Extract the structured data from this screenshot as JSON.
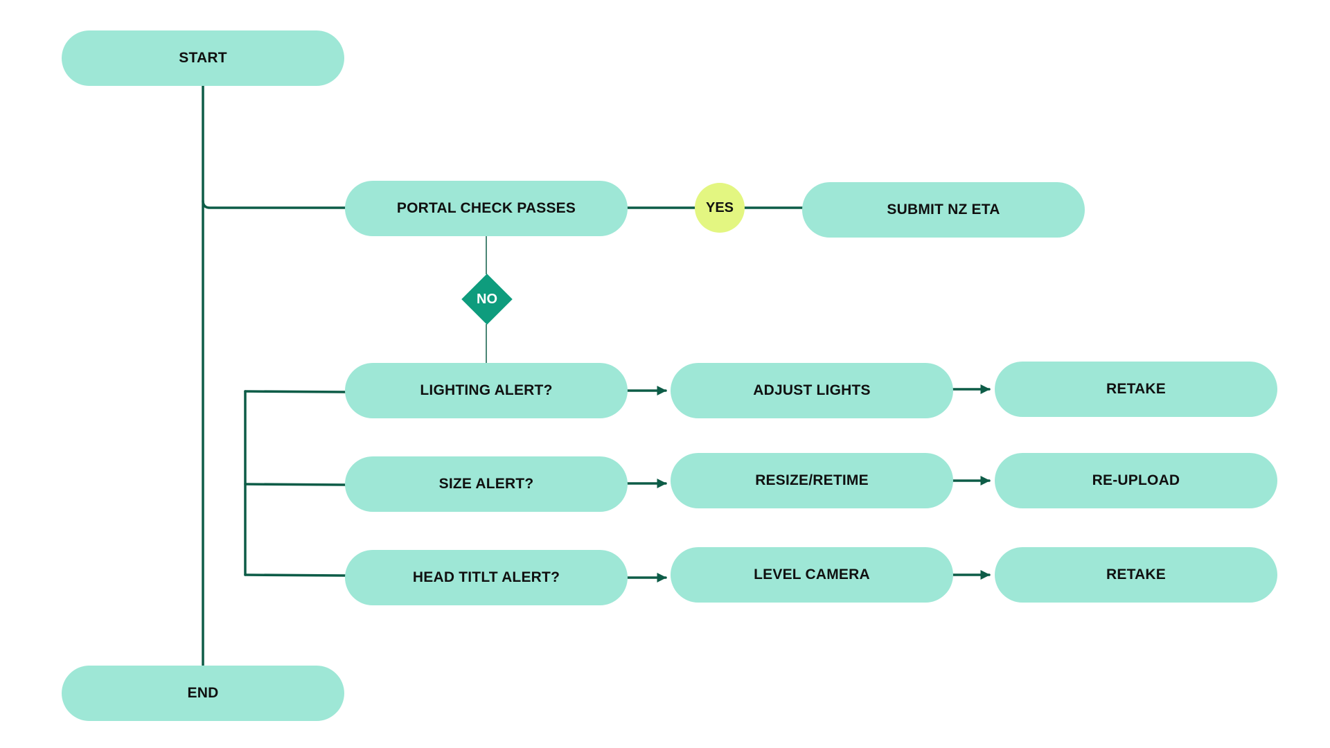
{
  "nodes": {
    "start": "START",
    "end": "END",
    "portal_check": "PORTAL CHECK PASSES",
    "submit": "SUBMIT NZ ETA",
    "lighting_alert": "LIGHTING ALERT?",
    "adjust_lights": "ADJUST LIGHTS",
    "retake_1": "RETAKE",
    "size_alert": "SIZE ALERT?",
    "resize_retime": "RESIZE/RETIME",
    "reupload": "RE-UPLOAD",
    "head_tilt_alert": "HEAD TITLT ALERT?",
    "level_camera": "LEVEL CAMERA",
    "retake_2": "RETAKE"
  },
  "decisions": {
    "yes": "YES",
    "no": "NO"
  },
  "colors": {
    "node_fill": "#9ee7d6",
    "yes_fill": "#e3f681",
    "no_fill": "#0e9c7d",
    "connector": "#0d5c47"
  }
}
